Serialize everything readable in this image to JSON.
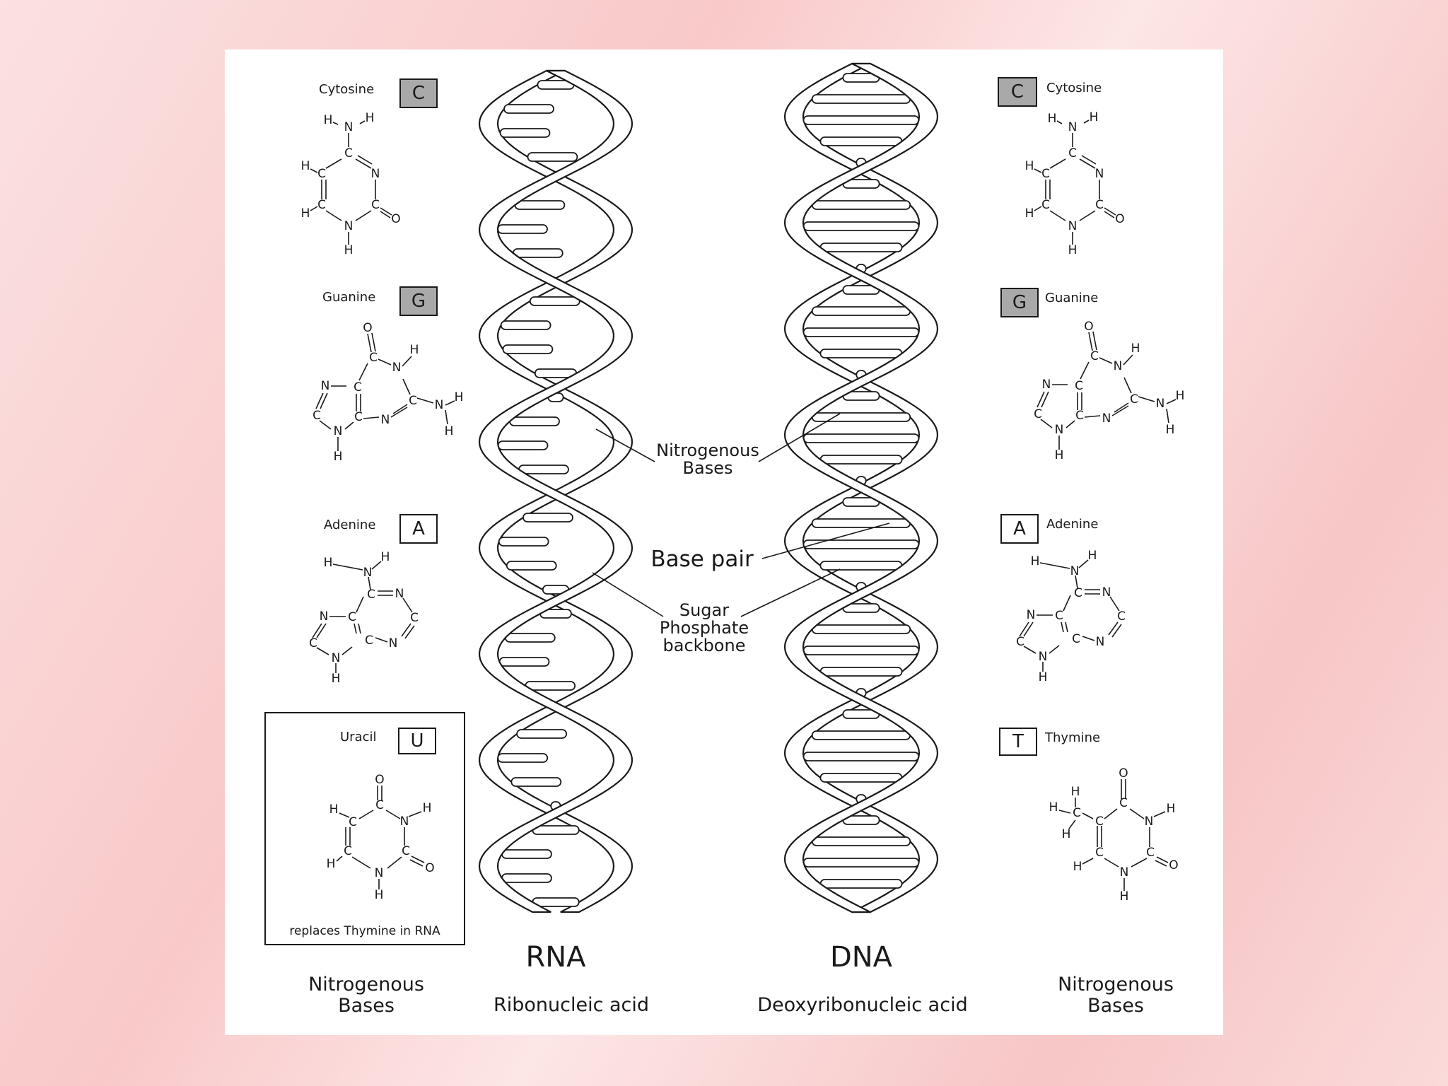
{
  "left_column": {
    "bases": [
      {
        "name": "Cytosine",
        "letter": "C"
      },
      {
        "name": "Guanine",
        "letter": "G"
      },
      {
        "name": "Adenine",
        "letter": "A"
      },
      {
        "name": "Uracil",
        "letter": "U"
      }
    ],
    "uracil_note": "replaces Thymine in RNA",
    "caption_line1": "Nitrogenous",
    "caption_line2": "Bases"
  },
  "right_column": {
    "bases": [
      {
        "name": "Cytosine",
        "letter": "C"
      },
      {
        "name": "Guanine",
        "letter": "G"
      },
      {
        "name": "Adenine",
        "letter": "A"
      },
      {
        "name": "Thymine",
        "letter": "T"
      }
    ],
    "caption_line1": "Nitrogenous",
    "caption_line2": "Bases"
  },
  "rna": {
    "title": "RNA",
    "subtitle": "Ribonucleic acid"
  },
  "dna": {
    "title": "DNA",
    "subtitle": "Deoxyribonucleic acid"
  },
  "callouts": {
    "nitrogenous_line1": "Nitrogenous",
    "nitrogenous_line2": "Bases",
    "base_pair": "Base pair",
    "sugar_line1": "Sugar",
    "sugar_line2": "Phosphate",
    "sugar_line3": "backbone"
  },
  "colors": {
    "grey_box": "#a9a9a9",
    "white_box": "#ffffff"
  },
  "atoms": {
    "H": "H",
    "N": "N",
    "C": "C",
    "O": "O"
  }
}
